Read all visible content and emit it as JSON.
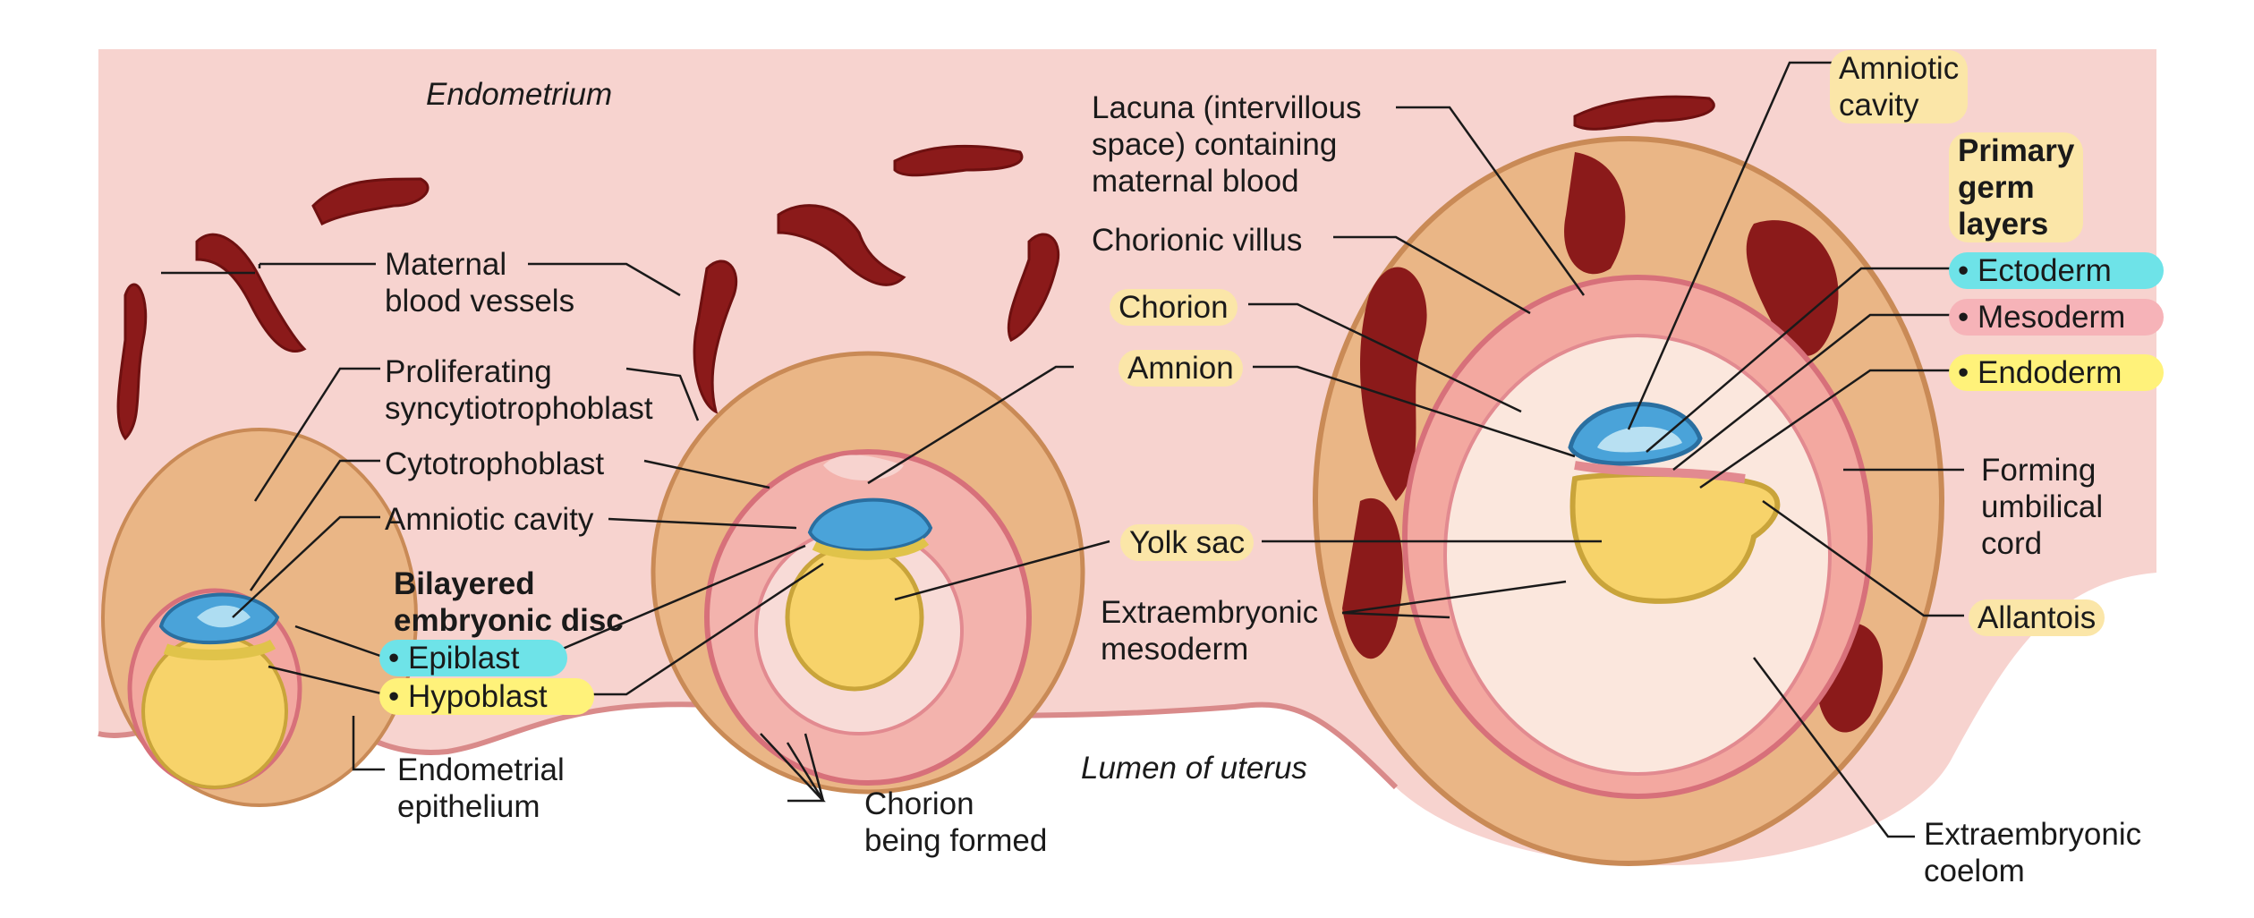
{
  "labels": {
    "endometrium": "Endometrium",
    "lumen": "Lumen of uterus",
    "maternal_vessels": "Maternal\nblood vessels",
    "proliferating": "Proliferating\nsyncytiotrophoblast",
    "cytotrophoblast": "Cytotrophoblast",
    "amniotic_cavity_left": "Amniotic cavity",
    "bilayered_disc": "Bilayered\nembryonic disc",
    "epiblast": "• Epiblast",
    "hypoblast": "• Hypoblast",
    "endometrial_epithelium": "Endometrial\nepithelium",
    "chorion_being_formed": "Chorion\nbeing formed",
    "lacuna": "Lacuna (intervillous\nspace) containing\nmaternal blood",
    "chorionic_villus": "Chorionic villus",
    "chorion": "Chorion",
    "amnion": "Amnion",
    "yolk_sac": "Yolk sac",
    "extraembryonic_mesoderm": "Extraembryonic\nmesoderm",
    "amniotic_cavity_right": "Amniotic\ncavity",
    "primary_germ_layers": "Primary\ngerm\nlayers",
    "ectoderm": "• Ectoderm",
    "mesoderm": "• Mesoderm",
    "endoderm": "• Endoderm",
    "forming_umbilical_cord": "Forming\numbilical\ncord",
    "allantois": "Allantois",
    "extraembryonic_coelom": "Extraembryonic\ncoelom"
  },
  "colors": {
    "tissue": "#f7d3cf",
    "vessel": "#8b1a1a",
    "trophoblast": "#e9b077",
    "amnion_blue": "#4aa3d9",
    "yolk": "#f6d56a",
    "mesoderm_pink": "#e8828a",
    "highlight_cyan": "#6ee3e8",
    "highlight_yellow": "#fff27a",
    "highlight_pink": "#f6b3b8"
  }
}
